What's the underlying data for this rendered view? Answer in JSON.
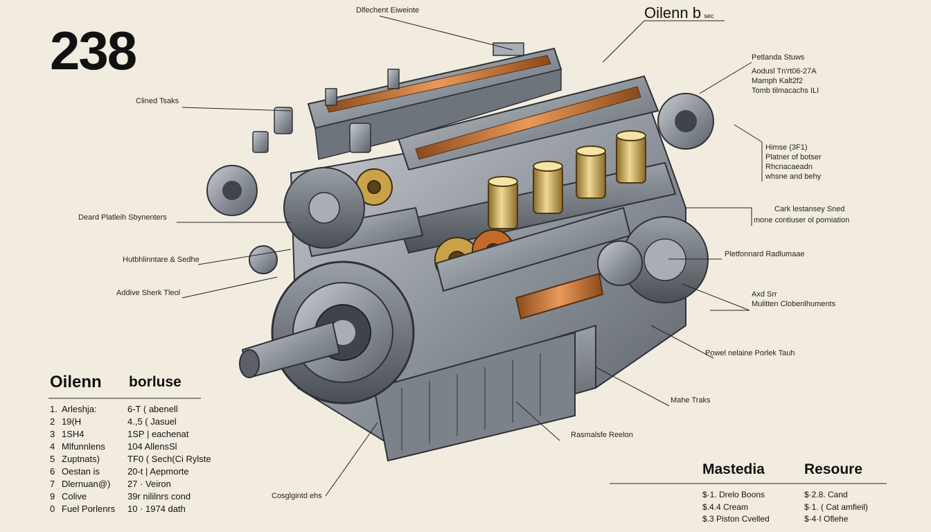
{
  "header": {
    "number": "238",
    "title": "Oilenn b",
    "title_suffix": "sec",
    "top_label": "Dlfechent Eiweinte"
  },
  "callouts": {
    "left": [
      "Clined Tsaks",
      "Deard Platleih Sbynenters",
      "Hutbhlinntare & Sedhe",
      "Addive Sherk Tleol"
    ],
    "right_block": [
      "Petlanda Stuws",
      "Aodusl Tn'rt06-27A",
      "Mamph Kalt2f2",
      "Tomb tilmacachs ILI"
    ],
    "right": [
      [
        "Himse (3F1)",
        "Platner of botser",
        "Rhcnacaeadn",
        "whsne and behy"
      ],
      [
        "Cark lestansey Sned",
        "mone contiuser ol porniation"
      ],
      [
        "Pletfonnard Radlumaae"
      ],
      [
        "Axd Srr",
        "Mulitten Clobenlhuments"
      ],
      [
        "Powel nelaine Porlek Tauh"
      ],
      [
        "Mahe Traks"
      ],
      [
        "Rasmalsfe Reelon"
      ],
      [
        "Cosglgintd ehs"
      ]
    ]
  },
  "specs": {
    "head_left": "Oilenn",
    "head_right": "borluse",
    "numbers": [
      "1.",
      "2",
      "3",
      "4",
      "5",
      "6",
      "7",
      "9",
      "0"
    ],
    "names": [
      "Arleshja:",
      "19(H",
      "1SH4",
      "Mlfunnlens",
      "Zuptnats)",
      "Oestan is",
      "Dlernuan@)",
      "Colive",
      "Fuel Porlenrs"
    ],
    "values": [
      "6-T ( abenell",
      "4.,5 ( Jasuel",
      "1SP | eachenat",
      "104 AllensSl",
      "TF0 ( Sech(Ci Rylste",
      "20-t | Aepmorte",
      "27 · Veiron",
      "39r nililnrs cond",
      "10 · 1974 dath"
    ]
  },
  "bottom_table": {
    "head_left": "Mastedia",
    "head_right": "Resoure",
    "left": [
      "$·1. Drelo Boons",
      "$.4.4 Cream",
      "$.3 Piston Cvelled"
    ],
    "right": [
      "$·2.8. Cand",
      "$·1. ( Cat amfieil)",
      "$·4·I Oflehe"
    ]
  },
  "colors": {
    "background": "#f2ece0",
    "metal": "#8a8f96",
    "copper": "#c26a2e",
    "brass": "#c9a24a"
  }
}
